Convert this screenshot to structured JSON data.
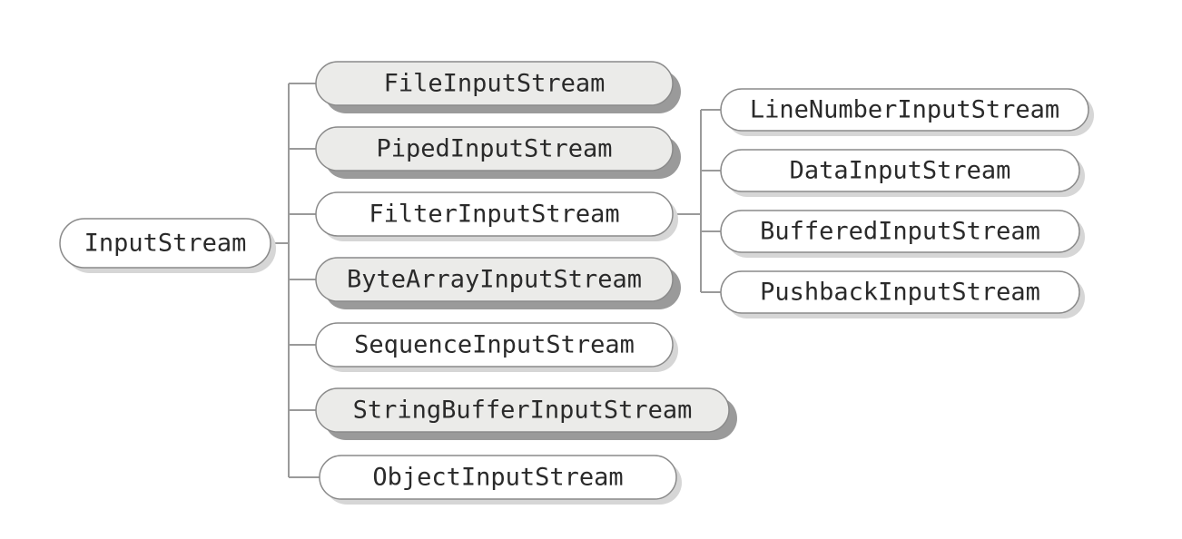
{
  "colors": {
    "background": "#ffffff",
    "connector": "#9a9a9a",
    "node_border": "#8a8a8a",
    "node_fill_plain": "#ffffff",
    "node_fill_shaded": "#ebebe9",
    "shadow_light": "#d6d6d6",
    "shadow_dark": "#9a9a9a",
    "text": "#2a2a2a"
  },
  "root": {
    "label": "InputStream",
    "shaded": false
  },
  "children": [
    {
      "label": "FileInputStream",
      "shaded": true
    },
    {
      "label": "PipedInputStream",
      "shaded": true
    },
    {
      "label": "FilterInputStream",
      "shaded": false
    },
    {
      "label": "ByteArrayInputStream",
      "shaded": true
    },
    {
      "label": "SequenceInputStream",
      "shaded": false
    },
    {
      "label": "StringBufferInputStream",
      "shaded": true
    },
    {
      "label": "ObjectInputStream",
      "shaded": false
    }
  ],
  "filter_children": [
    {
      "label": "LineNumberInputStream",
      "shaded": false
    },
    {
      "label": "DataInputStream",
      "shaded": false
    },
    {
      "label": "BufferedInputStream",
      "shaded": false
    },
    {
      "label": "PushbackInputStream",
      "shaded": false
    }
  ]
}
